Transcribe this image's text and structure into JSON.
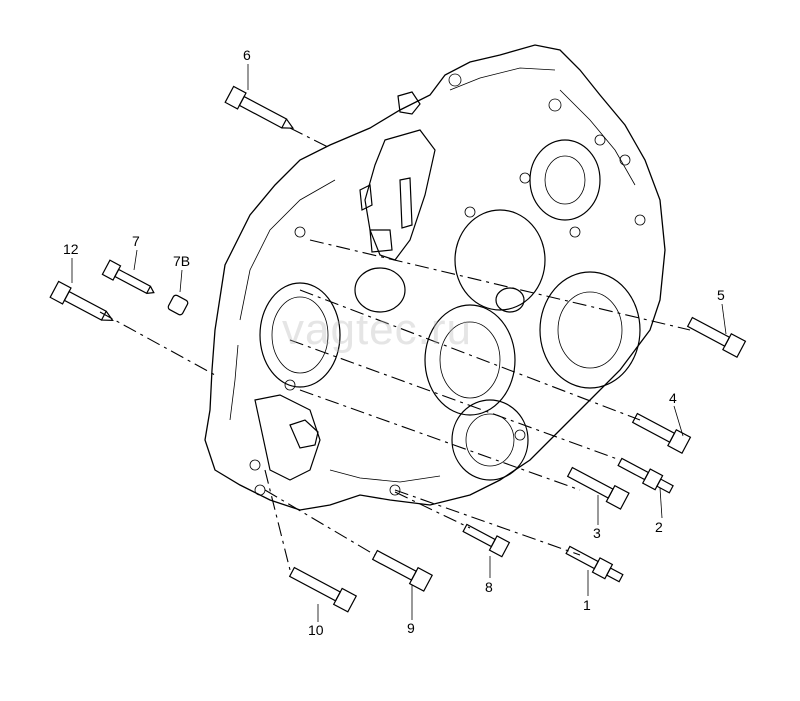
{
  "watermark": "vagtec.ru",
  "callouts": [
    {
      "id": "c1",
      "label": "1"
    },
    {
      "id": "c2",
      "label": "2"
    },
    {
      "id": "c3",
      "label": "3"
    },
    {
      "id": "c4",
      "label": "4"
    },
    {
      "id": "c5",
      "label": "5"
    },
    {
      "id": "c6",
      "label": "6"
    },
    {
      "id": "c7",
      "label": "7"
    },
    {
      "id": "c7b",
      "label": "7B"
    },
    {
      "id": "c8",
      "label": "8"
    },
    {
      "id": "c9",
      "label": "9"
    },
    {
      "id": "c10",
      "label": "10"
    },
    {
      "id": "c12",
      "label": "12"
    }
  ]
}
